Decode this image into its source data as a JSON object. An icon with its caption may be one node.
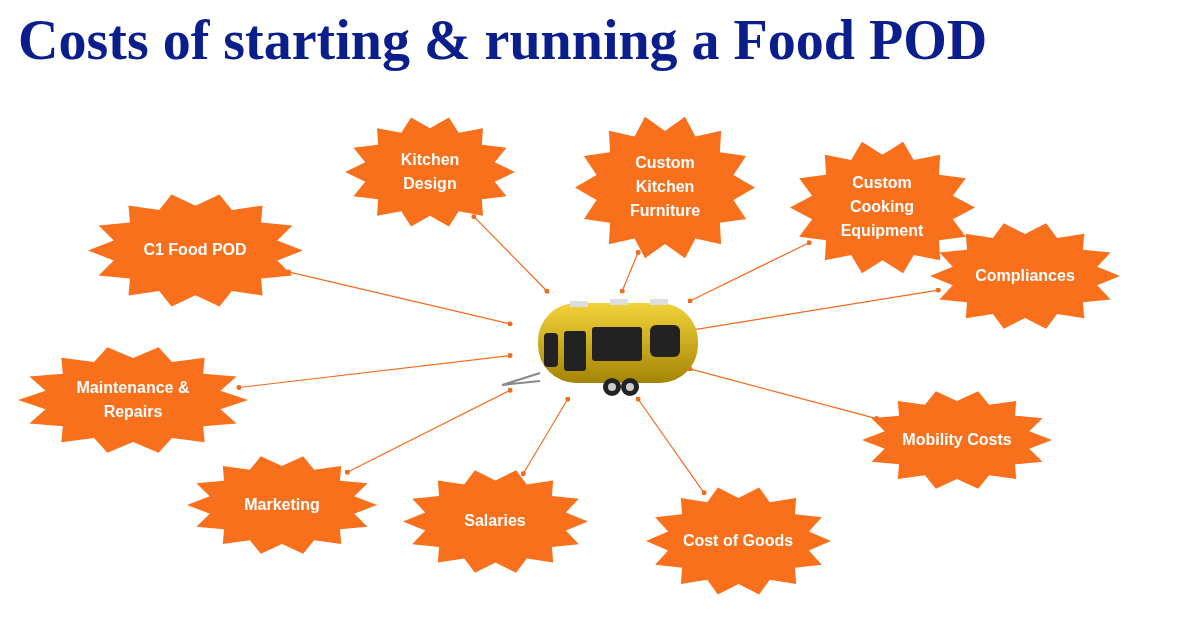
{
  "diagram": {
    "title": "Costs of starting & running a Food POD",
    "nodes": [
      {
        "text": [
          "Kitchen Design"
        ]
      },
      {
        "text": [
          "Custom Kitchen Furniture"
        ]
      },
      {
        "text": [
          "Custom Cooking Equipment"
        ]
      },
      {
        "text": [
          "C1 Food POD"
        ]
      },
      {
        "text": [
          "Compliances"
        ]
      },
      {
        "text": [
          "Maintenance & Repairs"
        ]
      },
      {
        "text": [],
        "shape": "picture"
      },
      {
        "text": [
          "Mobility Costs"
        ]
      },
      {
        "text": [
          "Marketing"
        ]
      },
      {
        "text": [
          "Salaries"
        ]
      },
      {
        "text": [
          "Cost of Goods"
        ]
      }
    ],
    "edges": [
      {
        "from": 0,
        "to": 6,
        "arrow": "other"
      },
      {
        "from": 1,
        "to": 6,
        "arrow": "other"
      },
      {
        "from": 2,
        "to": 6,
        "arrow": "other"
      },
      {
        "from": 3,
        "to": 6,
        "arrow": "other"
      },
      {
        "from": 4,
        "to": 6,
        "arrow": "other"
      },
      {
        "from": 5,
        "to": 6,
        "arrow": "other"
      },
      {
        "from": 7,
        "to": 6,
        "arrow": "other"
      },
      {
        "from": 8,
        "to": 6,
        "arrow": "other"
      },
      {
        "from": 9,
        "to": 6,
        "arrow": "other"
      },
      {
        "from": 10,
        "to": 6,
        "arrow": "other"
      }
    ]
  }
}
